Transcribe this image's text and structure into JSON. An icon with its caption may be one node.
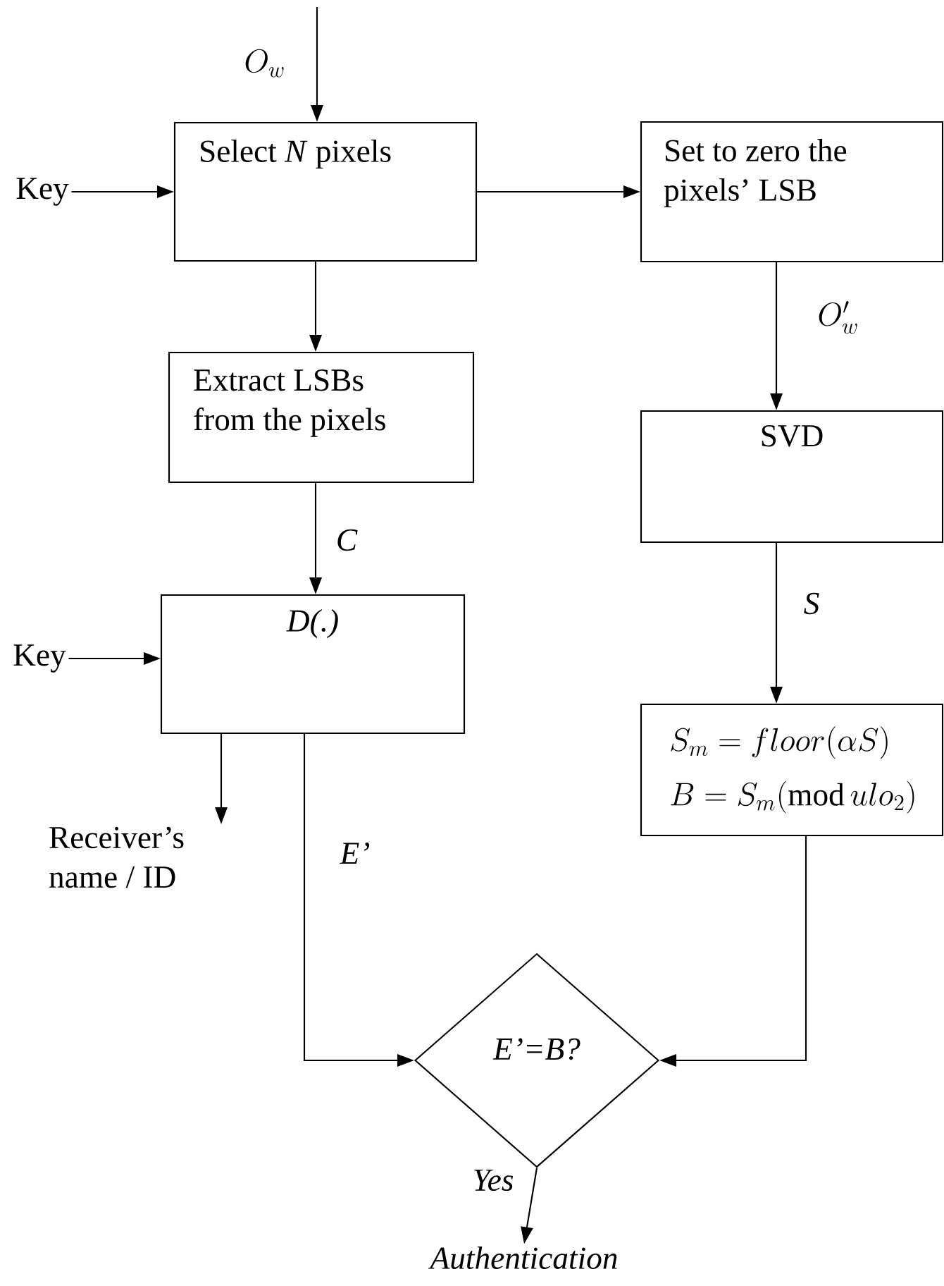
{
  "diagram": {
    "nodes": [
      {
        "text": [
          "Select *N* pixels"
        ]
      },
      {
        "text": [
          "Set to zero the pixels’ LSB"
        ]
      },
      {
        "text": [
          "Extract LSBs from the pixels"
        ]
      },
      {
        "text": [
          "SVD"
        ]
      },
      {
        "text": [
          "D(.)"
        ]
      },
      {
        "text": [
          "S_m = floor(\\alpha S)",
          "B = S_m(\\mathrm{mod}\\,ulo_2)"
        ]
      },
      {
        "text": [
          "E’=B?"
        ]
      },
      {
        "text": [
          "Key"
        ]
      },
      {
        "text": [
          "Key"
        ]
      },
      {
        "text": [
          "Receiver’s name / ID"
        ]
      },
      {
        "text": [
          "Authentication"
        ]
      }
    ],
    "edges": [
      {
        "from": null,
        "to": 0,
        "arrow": "to",
        "label": "O_w"
      },
      {
        "from": 7,
        "to": 0,
        "arrow": "to"
      },
      {
        "from": 0,
        "to": 1,
        "arrow": "to"
      },
      {
        "from": 0,
        "to": 2,
        "arrow": "to"
      },
      {
        "from": 1,
        "to": 3,
        "arrow": "to",
        "label": "O_w'"
      },
      {
        "from": 2,
        "to": 4,
        "arrow": "to",
        "label": "C"
      },
      {
        "from": 8,
        "to": 4,
        "arrow": "to"
      },
      {
        "from": 4,
        "to": 9,
        "arrow": "to"
      },
      {
        "from": 3,
        "to": 5,
        "arrow": "to",
        "label": "S"
      },
      {
        "from": 4,
        "to": 6,
        "arrow": "to",
        "label": "E’"
      },
      {
        "from": 5,
        "to": 6,
        "arrow": "to"
      },
      {
        "from": 6,
        "to": 10,
        "arrow": "to",
        "label": "Yes"
      }
    ]
  }
}
